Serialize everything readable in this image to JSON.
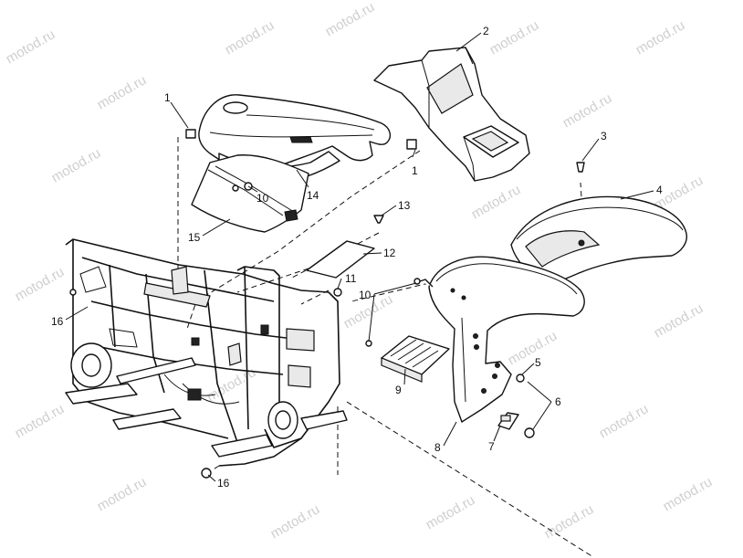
{
  "watermark": "motod.ru",
  "callouts": [
    "1",
    "2",
    "1",
    "3",
    "4",
    "10",
    "14",
    "13",
    "15",
    "12",
    "11",
    "10",
    "16",
    "5",
    "6",
    "9",
    "7",
    "8",
    "16"
  ],
  "colors": {
    "line": "#111111",
    "background": "#ffffff",
    "watermark": "#cfcfcf"
  }
}
